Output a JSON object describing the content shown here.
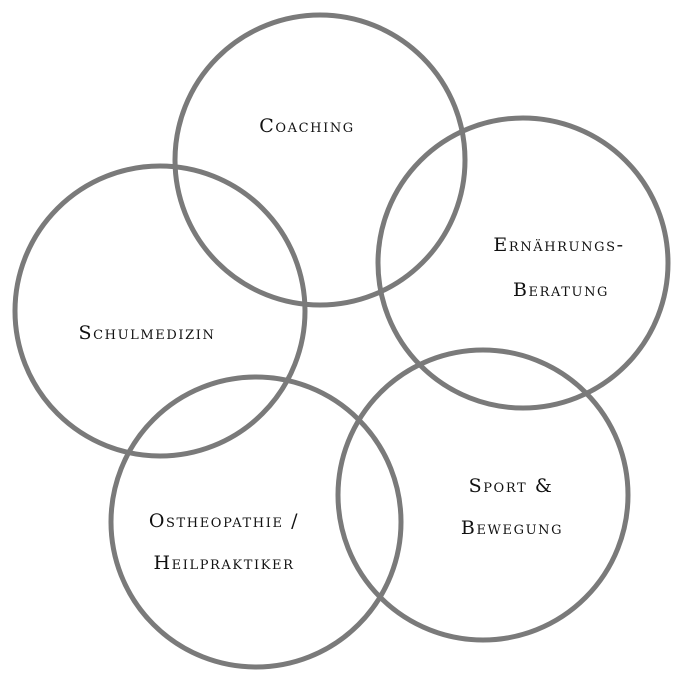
{
  "circles": [
    {
      "id": "coaching",
      "lines": [
        "Coaching"
      ]
    },
    {
      "id": "ernaehrung",
      "lines": [
        "Ernährungs-",
        "Beratung"
      ]
    },
    {
      "id": "schulmedizin",
      "lines": [
        "Schulmedizin"
      ]
    },
    {
      "id": "ostheopathie",
      "lines": [
        "Ostheopathie /",
        "Heilpraktiker"
      ]
    },
    {
      "id": "sport",
      "lines": [
        "Sport &",
        "Bewegung"
      ]
    }
  ],
  "colors": {
    "ring": "#7a7a7a",
    "text": "#111111",
    "background": "#ffffff"
  }
}
